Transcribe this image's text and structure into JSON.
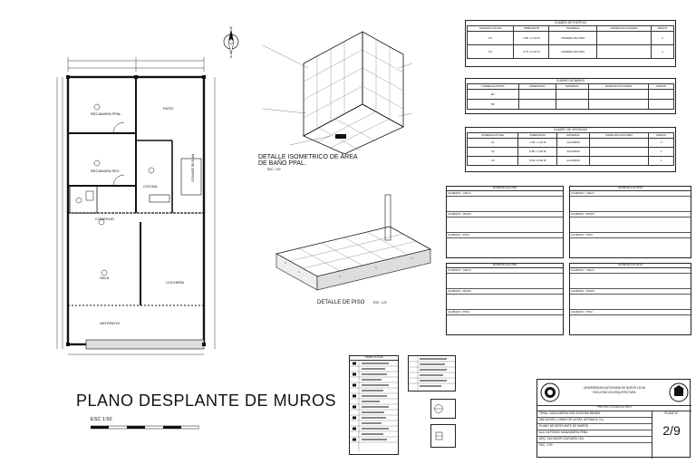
{
  "plan_title": "PLANO  DESPLANTE DE MUROS",
  "plan_scale": "ESC 1:50",
  "rooms": {
    "bed_main": "RECAMARA PPAL.",
    "bed_sec": "RECAMARA SEC.",
    "patio": "PATIO",
    "kitchen": "COCINA",
    "dining": "COMEDOR",
    "living": "SALA",
    "garage": "COCHERA",
    "porch": "ANTEPATIO",
    "laundry": "PATIO DE SERVICIO"
  },
  "iso_detail_title": "DETALLE ISOMETRICO DE ÁREA DE BAÑO PPAL.",
  "iso_detail_scale": "ESC. 1:50",
  "floor_detail_title": "DETALLE DE PISO",
  "floor_detail_scale": "ESC. 1:20",
  "doors_schedule": {
    "title": "CUADRO DE PUERTAS",
    "headers": [
      "NOMENCLATURA",
      "DIMENSIÓN",
      "MATERIAL",
      "ESPECIFICACIONES",
      "PIEZAS"
    ],
    "rows": [
      [
        "P1",
        "0.80 x 2.10 M",
        "MADERA DE PINO",
        "",
        "2"
      ],
      [
        "P2",
        "0.70 x 2.10 M",
        "MADERA DE PINO",
        "",
        "1"
      ]
    ]
  },
  "tub_schedule": {
    "title": "CUADRO DE BAÑOS",
    "headers": [
      "NOMENCLATURA",
      "DIMENSIÓN",
      "MATERIAL",
      "ESPECIFICACIONES",
      "PIEZAS"
    ],
    "rows": [
      [
        "B1",
        "",
        "",
        "",
        ""
      ],
      [
        "B2",
        "",
        "",
        "",
        ""
      ]
    ]
  },
  "windows_schedule": {
    "title": "CUADRO DE VENTANAS",
    "headers": [
      "NOMENCLATURA",
      "DIMENSIÓN",
      "MATERIAL",
      "ESPECIFICACIONES",
      "PIEZAS"
    ],
    "rows": [
      [
        "V1",
        "1.00 x 1.20 M",
        "ALUMINIO",
        "",
        "2"
      ],
      [
        "V2",
        "0.80 x 1.20 M",
        "ALUMINIO",
        "",
        "1"
      ],
      [
        "V3",
        "0.60 x 0.60 M",
        "ALUMINIO",
        "",
        "1"
      ]
    ]
  },
  "nomenclature": {
    "title": "NOMENCLATURA",
    "col_acab": "ACABADO",
    "row_labels": [
      "CIELO",
      "MURO",
      "PISO"
    ]
  },
  "symbology": {
    "title": "SIMBOLOGIA",
    "items": [
      "",
      "",
      "",
      "",
      "",
      "",
      "",
      "",
      "",
      "",
      "",
      "",
      "",
      "",
      "",
      "",
      ""
    ]
  },
  "north_labels": {
    "n": "N",
    "s": "S"
  },
  "title_block": {
    "university": "UNIVERSIDAD AUTONOMA DE NUEVO LEON",
    "faculty": "FACULTAD DE ARQUITECTURA",
    "course": "PROYECTO EJECUTIVO I",
    "project": "TEMA: CASA HABITACIÓN VIVIENDA MINIMA",
    "location": "UBICACIÓN: LOMAS DE LA PAZ, APODACA, N.L.",
    "sheet_name": "PLANO DE DESPLANTE DE MUROS",
    "student": "ALU. ALFONSO MANZANERA PEÑA",
    "teacher": "ARQ. SALVADOR GUEVARA CEA",
    "scale": "ESC. 1:50",
    "sheet_label": "PLANO N°",
    "sheet_number": "2/9"
  },
  "colors": {
    "line": "#111111",
    "hatch": "#555555",
    "paper": "#ffffff"
  }
}
